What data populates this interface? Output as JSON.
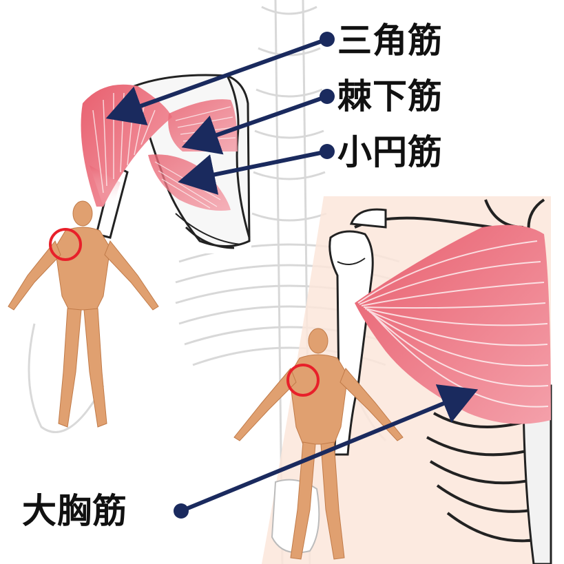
{
  "labels": {
    "deltoid": "三角筋",
    "infraspinatus": "棘下筋",
    "teres_minor": "小円筋",
    "pectoralis_major": "大胸筋"
  },
  "colors": {
    "muscle": "#e8707f",
    "muscle_light": "#f4a9b2",
    "fiber": "#ffffff",
    "arrow": "#1a2a5e",
    "highlight_circle": "#e8202a",
    "body_figure": "#e0a070",
    "bone_outline": "#222222",
    "bone_faded": "#c8c8c8",
    "skin_bg": "#fbe6da"
  }
}
